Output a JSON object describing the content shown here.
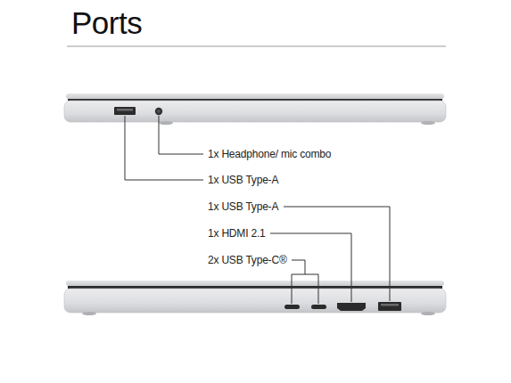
{
  "diagram": {
    "title": "Ports",
    "labels": [
      "1x Headphone/ mic combo",
      "1x USB Type-A",
      "1x USB Type-A",
      "1x HDMI 2.1",
      "2x USB Type-C®"
    ]
  }
}
